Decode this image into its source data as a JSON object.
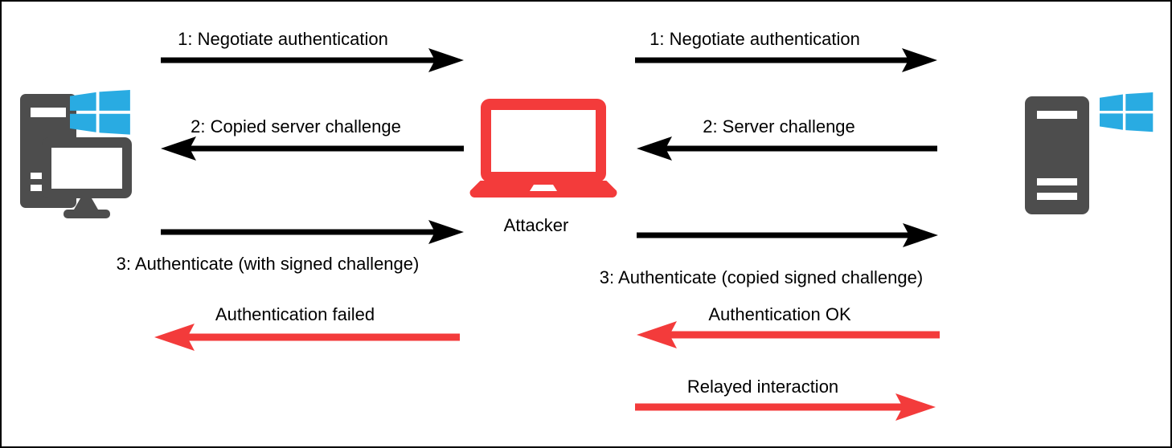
{
  "colors": {
    "black": "#000000",
    "red": "#f33b3b",
    "device_gray": "#4d4d4d",
    "windows_blue": "#29abe2",
    "background": "#ffffff",
    "text": "#000000"
  },
  "icons": {
    "client": "desktop-pc-with-windows-logo-icon",
    "attacker": "red-laptop-icon",
    "server": "server-tower-with-windows-logo-icon"
  },
  "nodes": {
    "client": {},
    "attacker": {
      "label": "Attacker"
    },
    "server": {}
  },
  "messages": {
    "client_attacker": [
      {
        "label": "1: Negotiate authentication",
        "direction": "right",
        "color": "black",
        "label_position": "above"
      },
      {
        "label": "2: Copied server challenge",
        "direction": "left",
        "color": "black",
        "label_position": "above"
      },
      {
        "label": "3: Authenticate (with signed challenge)",
        "direction": "right",
        "color": "black",
        "label_position": "below"
      },
      {
        "label": "Authentication failed",
        "direction": "left",
        "color": "red",
        "label_position": "above"
      }
    ],
    "attacker_server": [
      {
        "label": "1: Negotiate authentication",
        "direction": "right",
        "color": "black",
        "label_position": "above"
      },
      {
        "label": "2: Server challenge",
        "direction": "left",
        "color": "black",
        "label_position": "above"
      },
      {
        "label": "3: Authenticate (copied signed challenge)",
        "direction": "right",
        "color": "black",
        "label_position": "below"
      },
      {
        "label": "Authentication OK",
        "direction": "left",
        "color": "red",
        "label_position": "above"
      },
      {
        "label": "Relayed interaction",
        "direction": "right",
        "color": "red",
        "label_position": "above"
      }
    ]
  }
}
